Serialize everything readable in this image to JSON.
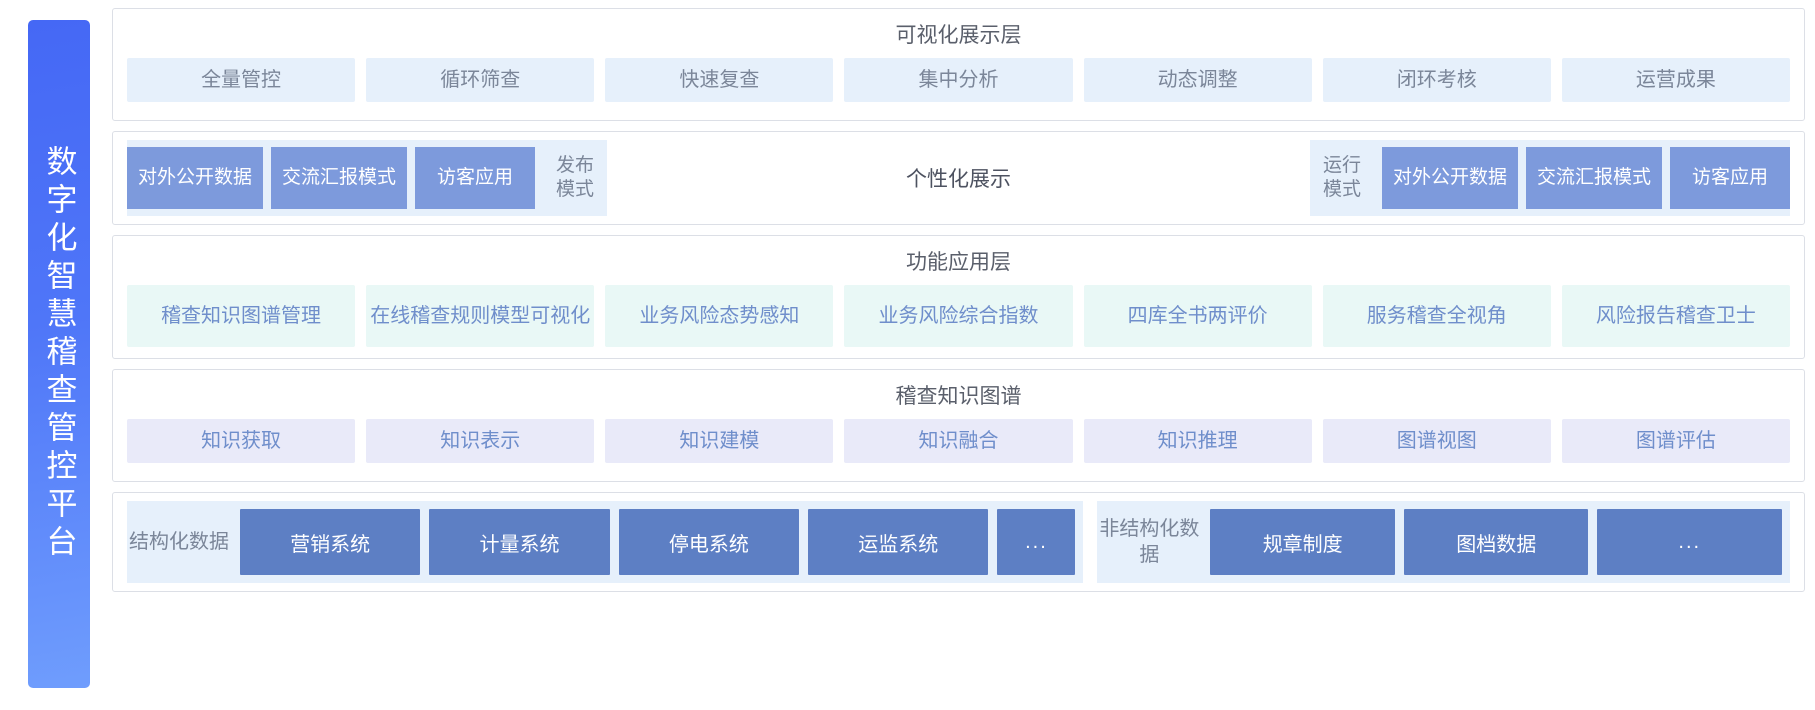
{
  "platform": {
    "title": "数字化智慧稽查管控平台",
    "brand_color": "#4a6cf7"
  },
  "layers": [
    {
      "id": "visualization",
      "title": "可视化展示层",
      "tiles": [
        "全量管控",
        "循环筛查",
        "快速复查",
        "集中分析",
        "动态调整",
        "闭环考核",
        "运营成果"
      ]
    },
    {
      "id": "modes",
      "title": "",
      "center_label": "个性化展示",
      "left_group": [
        {
          "label": "对外公开数据",
          "style": "solid"
        },
        {
          "label": "交流汇报模式",
          "style": "solid"
        },
        {
          "label": "访客应用",
          "style": "solid"
        },
        {
          "label": "发布模式",
          "style": "ghost"
        }
      ],
      "right_group": [
        {
          "label": "运行模式",
          "style": "ghost"
        },
        {
          "label": "对外公开数据",
          "style": "solid"
        },
        {
          "label": "交流汇报模式",
          "style": "solid"
        },
        {
          "label": "访客应用",
          "style": "solid"
        }
      ]
    },
    {
      "id": "function",
      "title": "功能应用层",
      "tiles": [
        "稽查知识图谱管理",
        "在线稽查规则模型可视化",
        "业务风险态势感知",
        "业务风险综合指数",
        "四库全书两评价",
        "服务稽查全视角",
        "风险报告稽查卫士"
      ]
    },
    {
      "id": "knowledge-graph",
      "title": "稽查知识图谱",
      "tiles": [
        "知识获取",
        "知识表示",
        "知识建模",
        "知识融合",
        "知识推理",
        "图谱视图",
        "图谱评估"
      ]
    },
    {
      "id": "data-source",
      "title": "",
      "structured": {
        "label": "结构化数据",
        "tiles": [
          "营销系统",
          "计量系统",
          "停电系统",
          "运监系统",
          "..."
        ]
      },
      "unstructured": {
        "label": "非结构化数据",
        "tiles": [
          "规章制度",
          "图档数据",
          "..."
        ]
      }
    }
  ],
  "colors": {
    "tile_visualization_bg": "#e6f0fb",
    "tile_function_bg": "#e9f8f6",
    "tile_kg_bg": "#e9eaf9",
    "chip_solid_bg": "#7d9adc",
    "data_tile_bg": "#5d7fc4",
    "text_muted": "#7b8699",
    "text_blue": "#6f8ecb"
  }
}
